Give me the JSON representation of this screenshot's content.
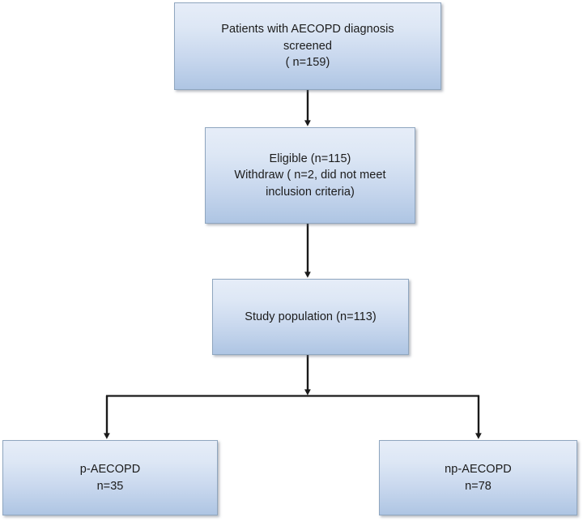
{
  "diagram": {
    "type": "study-flow-chart",
    "title": "AECOPD patient enrollment flow chart",
    "accent_colors": {
      "node_fill_top": "#e6edf8",
      "node_fill_bottom": "#aec5e3",
      "node_border": "#8fa6bf",
      "connector": "#1a1a1a",
      "page_background": "#ffffff",
      "text": "#1b1b1b"
    },
    "nodes": [
      {
        "id": "screened",
        "label": "Patients with AECOPD  diagnosis\nscreened\n( n=159)",
        "count": 159
      },
      {
        "id": "eligible",
        "label": "Eligible (n=115)\nWithdraw  ( n=2, did not meet\ninclusion criteria)",
        "count": 115,
        "withdrawn": 2
      },
      {
        "id": "study",
        "label": "Study population (n=113)",
        "count": 113
      },
      {
        "id": "p-aecopd",
        "label": "p-AECOPD\nn=35",
        "count": 35
      },
      {
        "id": "np-aecopd",
        "label": "np-AECOPD\nn=78",
        "count": 78
      }
    ],
    "edges": [
      {
        "from": "screened",
        "to": "eligible",
        "style": "straight-arrow-down"
      },
      {
        "from": "eligible",
        "to": "study",
        "style": "straight-arrow-down"
      },
      {
        "from": "study",
        "to": "split-node",
        "style": "straight-arrow-down"
      },
      {
        "from": "split-node",
        "to": "p-aecopd",
        "style": "elbow-arrow-down-left"
      },
      {
        "from": "split-node",
        "to": "np-aecopd",
        "style": "elbow-arrow-down-right"
      }
    ]
  }
}
